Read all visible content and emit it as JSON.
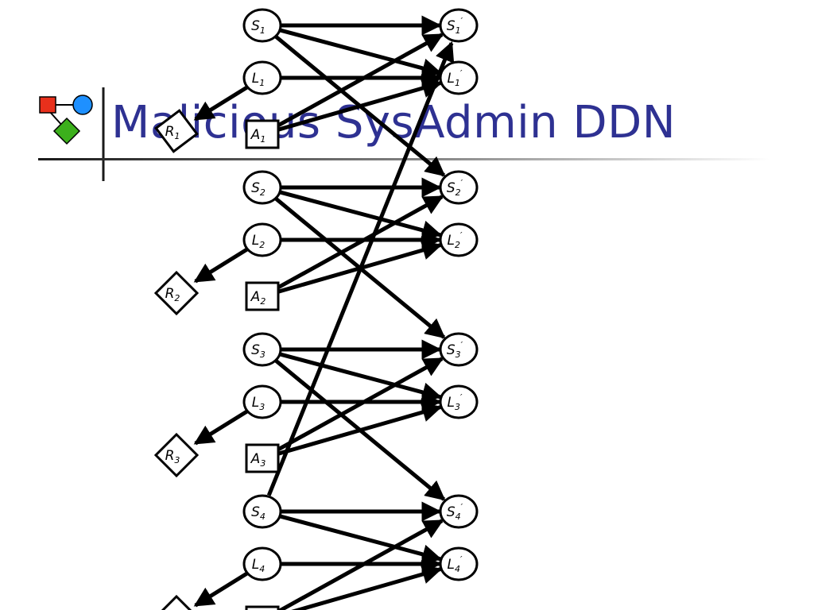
{
  "slide": {
    "title": "Malicious SysAdmin DDN",
    "logo_icon": "flowchart-logo-icon",
    "colors": {
      "title": "#2e3192",
      "logo_square": "#e8301c",
      "logo_circle": "#1e90ff",
      "logo_diamond": "#3cb01c"
    }
  },
  "diagram": {
    "nodes": [
      {
        "id": "S1",
        "shape": "circle",
        "base": "S",
        "sub": "1",
        "prime": false
      },
      {
        "id": "L1",
        "shape": "circle",
        "base": "L",
        "sub": "1",
        "prime": false
      },
      {
        "id": "R1",
        "shape": "diamond",
        "base": "R",
        "sub": "1",
        "prime": false
      },
      {
        "id": "A1",
        "shape": "square",
        "base": "A",
        "sub": "1",
        "prime": false
      },
      {
        "id": "S2",
        "shape": "circle",
        "base": "S",
        "sub": "2",
        "prime": false
      },
      {
        "id": "L2",
        "shape": "circle",
        "base": "L",
        "sub": "2",
        "prime": false
      },
      {
        "id": "R2",
        "shape": "diamond",
        "base": "R",
        "sub": "2",
        "prime": false
      },
      {
        "id": "A2",
        "shape": "square",
        "base": "A",
        "sub": "2",
        "prime": false
      },
      {
        "id": "S3",
        "shape": "circle",
        "base": "S",
        "sub": "3",
        "prime": false
      },
      {
        "id": "L3",
        "shape": "circle",
        "base": "L",
        "sub": "3",
        "prime": false
      },
      {
        "id": "R3",
        "shape": "diamond",
        "base": "R",
        "sub": "3",
        "prime": false
      },
      {
        "id": "A3",
        "shape": "square",
        "base": "A",
        "sub": "3",
        "prime": false
      },
      {
        "id": "S4",
        "shape": "circle",
        "base": "S",
        "sub": "4",
        "prime": false
      },
      {
        "id": "L4",
        "shape": "circle",
        "base": "L",
        "sub": "4",
        "prime": false
      },
      {
        "id": "R4",
        "shape": "diamond",
        "base": "",
        "sub": "",
        "prime": false
      },
      {
        "id": "A4",
        "shape": "square",
        "base": "",
        "sub": "",
        "prime": false
      },
      {
        "id": "S1p",
        "shape": "circle",
        "base": "S",
        "sub": "1",
        "prime": true
      },
      {
        "id": "L1p",
        "shape": "circle",
        "base": "L",
        "sub": "1",
        "prime": true
      },
      {
        "id": "S2p",
        "shape": "circle",
        "base": "S",
        "sub": "2",
        "prime": true
      },
      {
        "id": "L2p",
        "shape": "circle",
        "base": "L",
        "sub": "2",
        "prime": true
      },
      {
        "id": "S3p",
        "shape": "circle",
        "base": "S",
        "sub": "3",
        "prime": true
      },
      {
        "id": "L3p",
        "shape": "circle",
        "base": "L",
        "sub": "3",
        "prime": true
      },
      {
        "id": "S4p",
        "shape": "circle",
        "base": "S",
        "sub": "4",
        "prime": true
      },
      {
        "id": "L4p",
        "shape": "circle",
        "base": "L",
        "sub": "4",
        "prime": true
      }
    ],
    "edges": [
      [
        "S1",
        "S1p"
      ],
      [
        "S1",
        "L1p"
      ],
      [
        "S1",
        "S2p"
      ],
      [
        "L1",
        "L1p"
      ],
      [
        "L1",
        "R1"
      ],
      [
        "A1",
        "S1p"
      ],
      [
        "A1",
        "L1p"
      ],
      [
        "S2",
        "S2p"
      ],
      [
        "S2",
        "L2p"
      ],
      [
        "S2",
        "S3p"
      ],
      [
        "L2",
        "L2p"
      ],
      [
        "L2",
        "R2"
      ],
      [
        "A2",
        "S2p"
      ],
      [
        "A2",
        "L2p"
      ],
      [
        "S3",
        "S3p"
      ],
      [
        "S3",
        "L3p"
      ],
      [
        "S3",
        "S4p"
      ],
      [
        "L3",
        "L3p"
      ],
      [
        "L3",
        "R3"
      ],
      [
        "A3",
        "S3p"
      ],
      [
        "A3",
        "L3p"
      ],
      [
        "S4",
        "S4p"
      ],
      [
        "S4",
        "L4p"
      ],
      [
        "S4",
        "S1p"
      ],
      [
        "L4",
        "L4p"
      ],
      [
        "L4",
        "R4"
      ],
      [
        "A4",
        "S4p"
      ],
      [
        "A4",
        "L4p"
      ]
    ]
  }
}
